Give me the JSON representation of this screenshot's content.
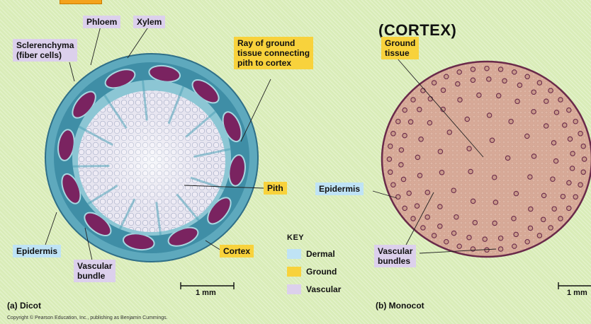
{
  "dicot_labels": {
    "phloem": "Phloem",
    "xylem": "Xylem",
    "sclerenchyma": "Sclerenchyma\n(fiber cells)",
    "ray": "Ray of ground\ntissue connecting\npith to cortex",
    "pith": "Pith",
    "epidermis": "Epidermis",
    "vascular_bundle": "Vascular\nbundle",
    "cortex": "Cortex",
    "panel": "(a) Dicot",
    "scale": "1 mm"
  },
  "monocot_labels": {
    "heading": "(CORTEX)",
    "ground_tissue": "Ground\ntissue",
    "epidermis": "Epidermis",
    "vascular_bundles": "Vascular\nbundles",
    "panel": "(b) Monocot",
    "scale": "1 mm"
  },
  "key": {
    "title": "KEY",
    "items": [
      {
        "label": "Dermal",
        "color": "#bfe3f5"
      },
      {
        "label": "Ground",
        "color": "#f8d23c"
      },
      {
        "label": "Vascular",
        "color": "#dcd0ec"
      }
    ]
  },
  "copyright": "Copyright © Pearson Education, Inc., publishing as Benjamin Cummings.",
  "colors": {
    "vascular_tag": "#dcd0ec",
    "ground_tag": "#f8d23c",
    "dermal_tag": "#bfe3f5",
    "dicot_ring": "#4fa3b8",
    "phloem_lobes": "#7a2360",
    "monocot_ground": "#d8aa98",
    "monocot_rim": "#6a2a4a"
  }
}
